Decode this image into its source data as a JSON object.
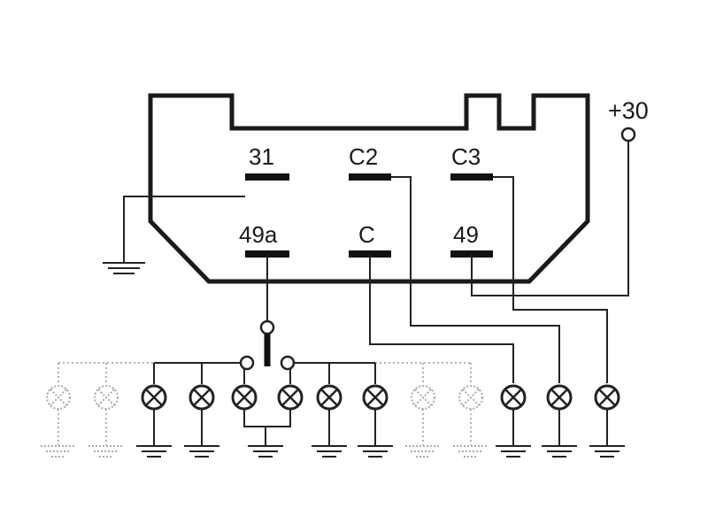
{
  "terminals": {
    "t31": "31",
    "tC2": "C2",
    "tC3": "C3",
    "t49a": "49a",
    "tC": "C",
    "t49": "49"
  },
  "supply_label": "+30"
}
